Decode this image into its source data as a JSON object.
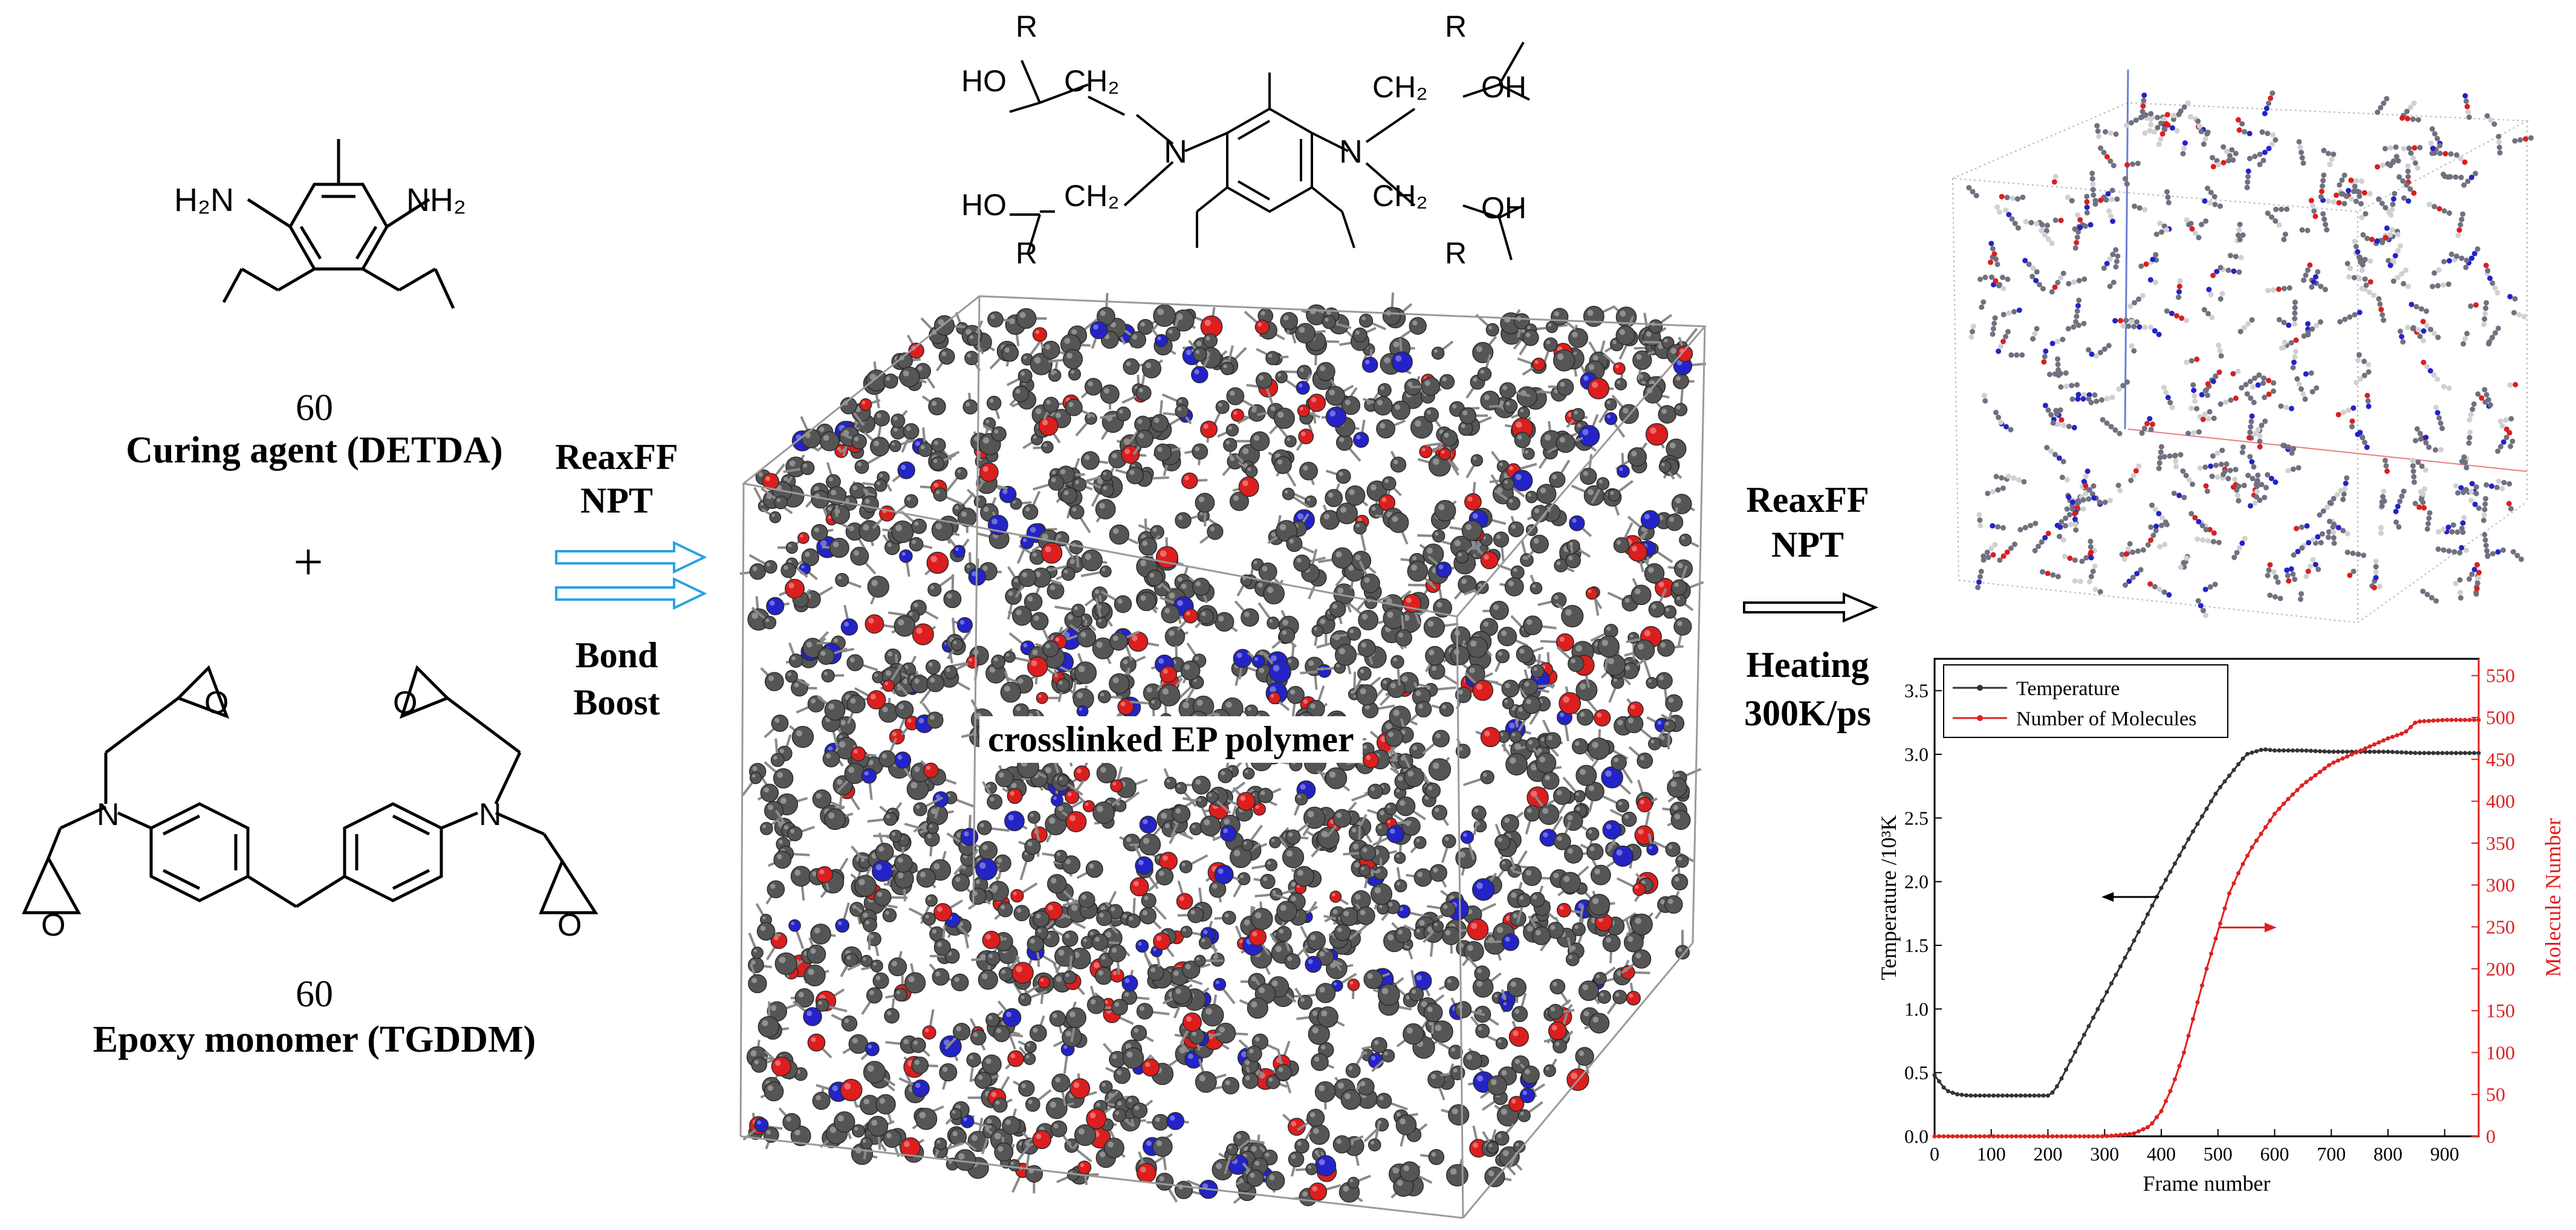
{
  "curing_agent": {
    "count": "60",
    "name": "Curing agent (DETDA)",
    "atoms": {
      "h2n_left": "H₂N",
      "nh2_right": "NH₂"
    }
  },
  "plus_sign": "+",
  "epoxy_monomer": {
    "count": "60",
    "name": "Epoxy monomer (TGDDM)",
    "atoms": {
      "n_left": "N",
      "n_right": "N",
      "o": "O"
    }
  },
  "step1": {
    "line1": "ReaxFF",
    "line2": "NPT",
    "line3": "Bond",
    "line4": "Boost"
  },
  "crosslinked_structure": {
    "atoms": {
      "r": "R",
      "ho": "HO",
      "oh": "OH",
      "ch2": "CH₂",
      "n": "N"
    }
  },
  "polymer_box": {
    "label": "crosslinked EP polymer"
  },
  "step2": {
    "line1": "ReaxFF",
    "line2": "NPT",
    "line3": "Heating",
    "line4": "300K/ps"
  },
  "colors": {
    "carbon": "#555555",
    "nitrogen": "#2323c8",
    "oxygen": "#dc1e1e",
    "arrow_blue": "#29a3e0",
    "temp_series": "#333333",
    "molecule_series": "#e02020"
  },
  "chart_data": {
    "type": "line",
    "xlabel": "Frame number",
    "ylabel_left": "Temperature /10³K",
    "ylabel_right": "Molecule Number",
    "xlim": [
      0,
      960
    ],
    "ylim_left": [
      0,
      3.75
    ],
    "ylim_right": [
      0,
      570
    ],
    "xticks": [
      0,
      100,
      200,
      300,
      400,
      500,
      600,
      700,
      800,
      900
    ],
    "yticks_left": [
      "0.0",
      "0.5",
      "1.0",
      "1.5",
      "2.0",
      "2.5",
      "3.0",
      "3.5"
    ],
    "yticks_right": [
      0,
      50,
      100,
      150,
      200,
      250,
      300,
      350,
      400,
      450,
      500,
      550
    ],
    "legend_position": "top-left",
    "series": [
      {
        "name": "Temperature",
        "axis": "left",
        "color": "#333333",
        "x": [
          0,
          10,
          20,
          40,
          60,
          100,
          150,
          200,
          210,
          220,
          250,
          300,
          350,
          400,
          450,
          500,
          550,
          580,
          600,
          650,
          700,
          750,
          800,
          850,
          900,
          960
        ],
        "y": [
          0.48,
          0.42,
          0.36,
          0.33,
          0.32,
          0.32,
          0.32,
          0.32,
          0.35,
          0.42,
          0.68,
          1.1,
          1.52,
          1.95,
          2.35,
          2.72,
          3.0,
          3.04,
          3.03,
          3.03,
          3.02,
          3.02,
          3.02,
          3.01,
          3.01,
          3.01
        ]
      },
      {
        "name": "Number of Molecules",
        "axis": "right",
        "color": "#e02020",
        "x": [
          0,
          100,
          200,
          300,
          350,
          380,
          400,
          420,
          440,
          460,
          480,
          500,
          520,
          540,
          560,
          580,
          600,
          620,
          650,
          700,
          750,
          800,
          830,
          850,
          900,
          960
        ],
        "y": [
          0,
          0,
          0,
          0,
          3,
          12,
          30,
          60,
          100,
          150,
          200,
          245,
          290,
          320,
          345,
          365,
          385,
          400,
          420,
          445,
          460,
          475,
          482,
          495,
          497,
          497
        ]
      }
    ],
    "annotations": [
      {
        "text": "←",
        "points_to": "left axis",
        "x": 380,
        "y_left": 1.88
      },
      {
        "text": "→",
        "points_to": "right axis",
        "x": 545,
        "y_left": 1.64
      }
    ]
  }
}
